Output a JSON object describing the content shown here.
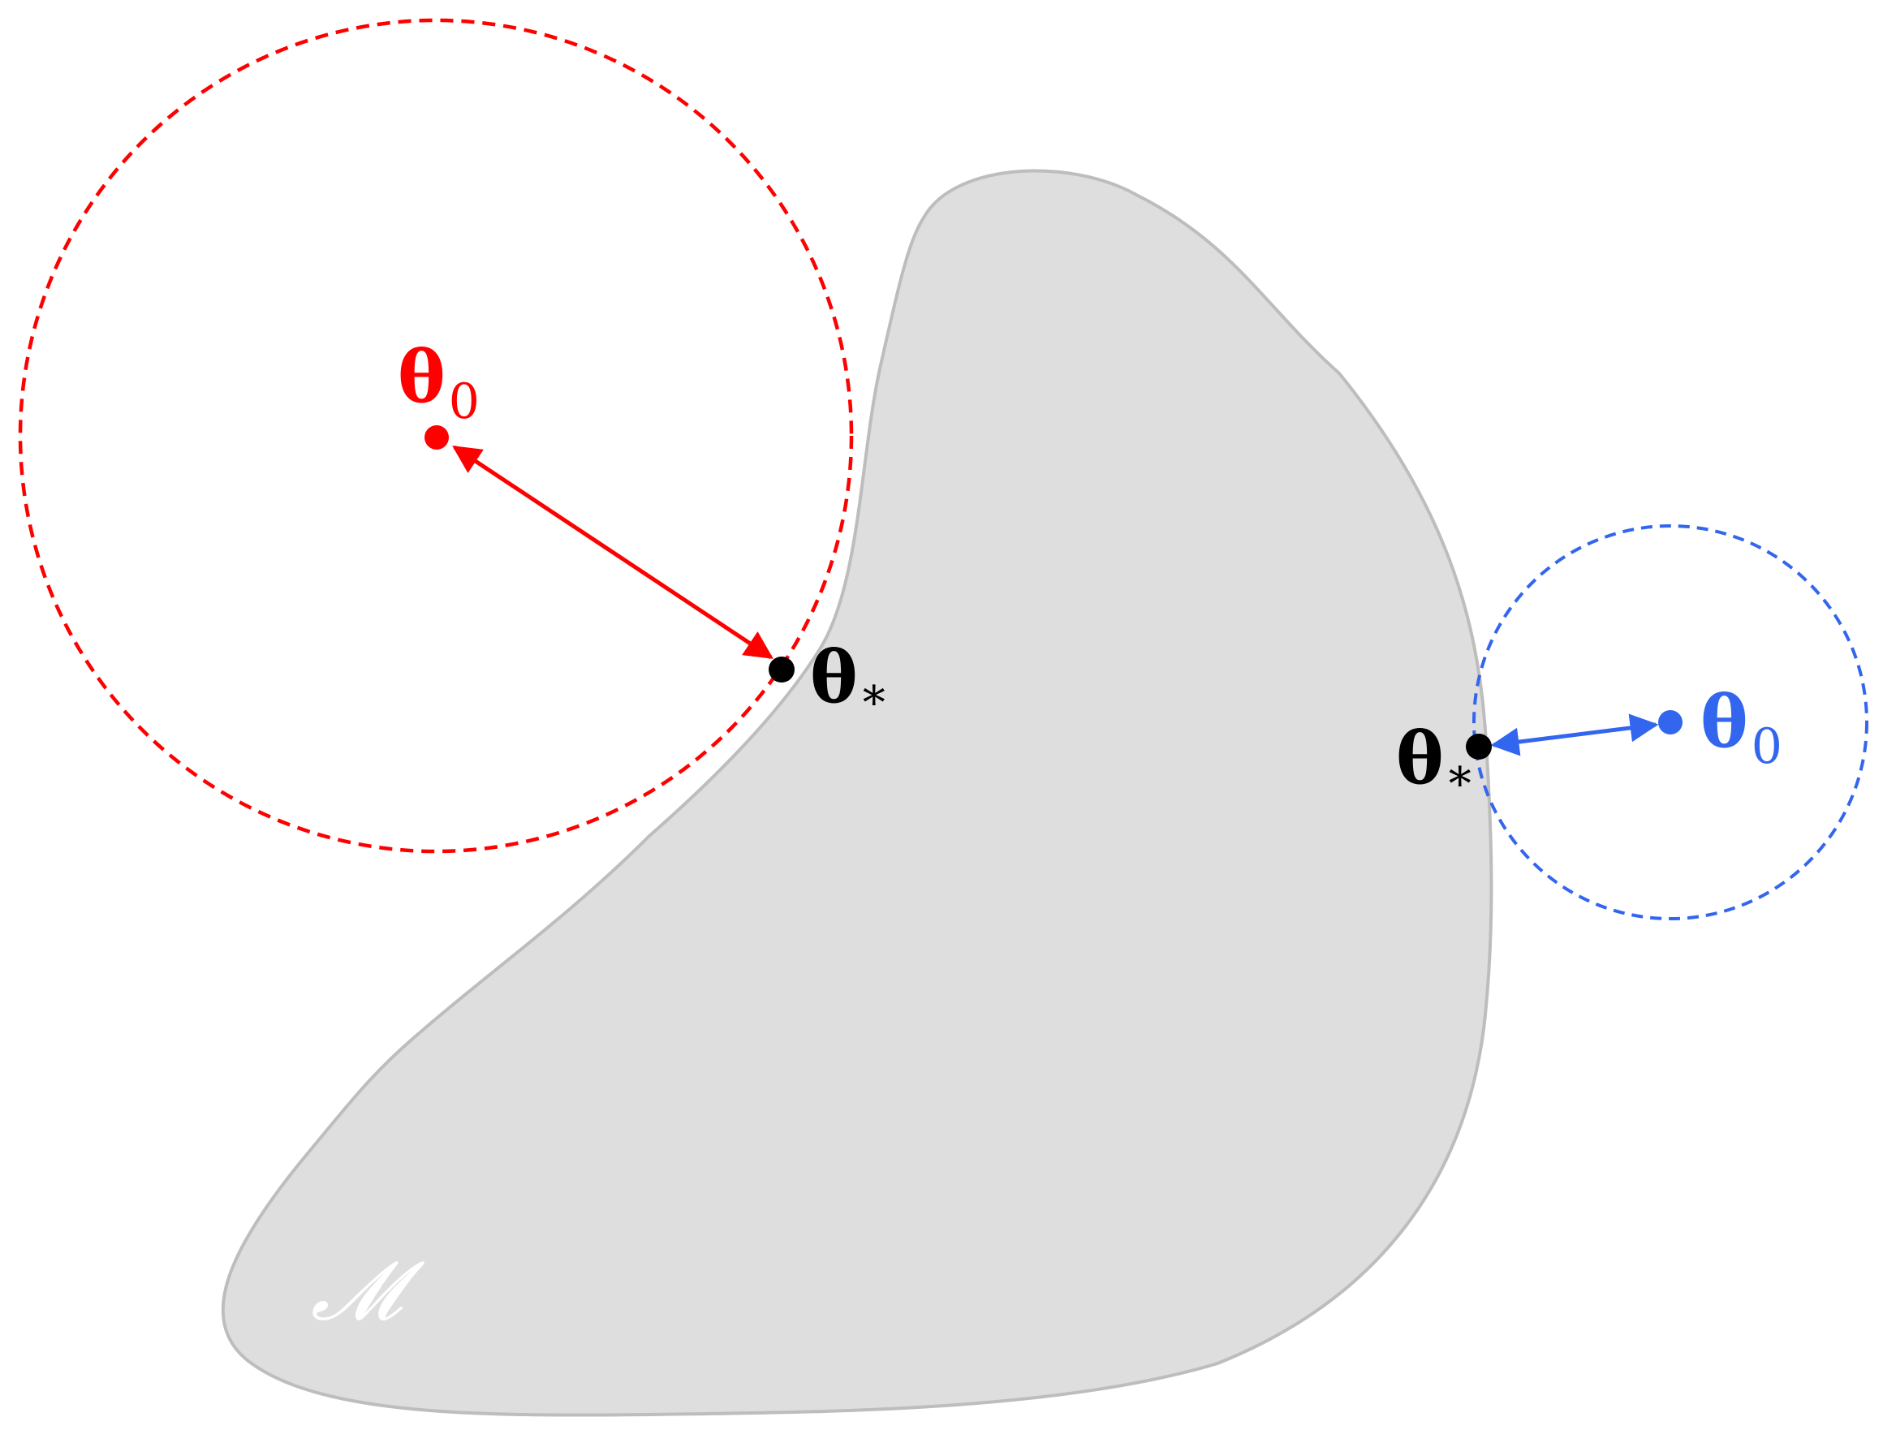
{
  "manifold": {
    "label": "𝓜",
    "fill_color": "#dedede",
    "stroke_color": "#bdbdbd",
    "label_color": "#ffffff"
  },
  "left_case": {
    "color": "#ff0000",
    "theta0_label": {
      "base": "θ",
      "sub": "0"
    },
    "theta_star_label": {
      "base": "θ",
      "sub": "*"
    }
  },
  "right_case": {
    "color": "#3366ee",
    "theta0_label": {
      "base": "θ",
      "sub": "0"
    },
    "theta_star_label": {
      "base": "θ",
      "sub": "*"
    }
  },
  "point_color": "#000000"
}
